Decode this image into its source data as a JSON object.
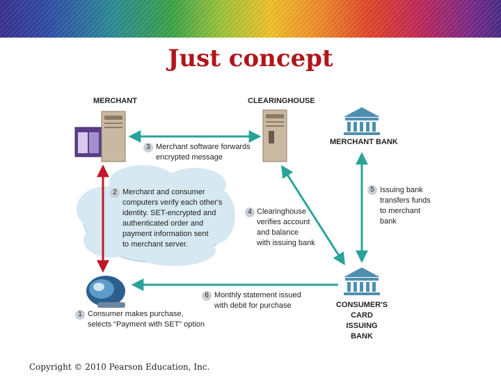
{
  "title": "Just concept",
  "nodes": {
    "merchant": "MERCHANT",
    "clearinghouse": "CLEARINGHOUSE",
    "merchant_bank": "MERCHANT BANK",
    "consumer_bank": "CONSUMER'S\nCARD ISSUING\nBANK"
  },
  "steps": [
    {
      "num": "1",
      "text": "Consumer makes purchase,\nselects “Payment with SET” option"
    },
    {
      "num": "2",
      "text": "Merchant and consumer\ncomputers verify each other's\nidentity. SET-encrypted and\nauthenticated order and\npayment information sent\nto merchant server."
    },
    {
      "num": "3",
      "text": "Merchant software forwards\nencrypted message"
    },
    {
      "num": "4",
      "text": "Clearinghouse\nverifies account\nand balance\nwith issuing bank"
    },
    {
      "num": "5",
      "text": "Issuing bank\ntransfers funds\nto merchant\nbank"
    },
    {
      "num": "6",
      "text": "Monthly statement issued\nwith debit for purchase"
    }
  ],
  "copyright": "Copyright © 2010 Pearson Education, Inc.",
  "colors": {
    "title": "#b3141c",
    "red_arrow": "#c0182a",
    "teal_arrow": "#2aa39a",
    "cloud": "#cfe3ee",
    "bank": "#4e8fb0"
  }
}
